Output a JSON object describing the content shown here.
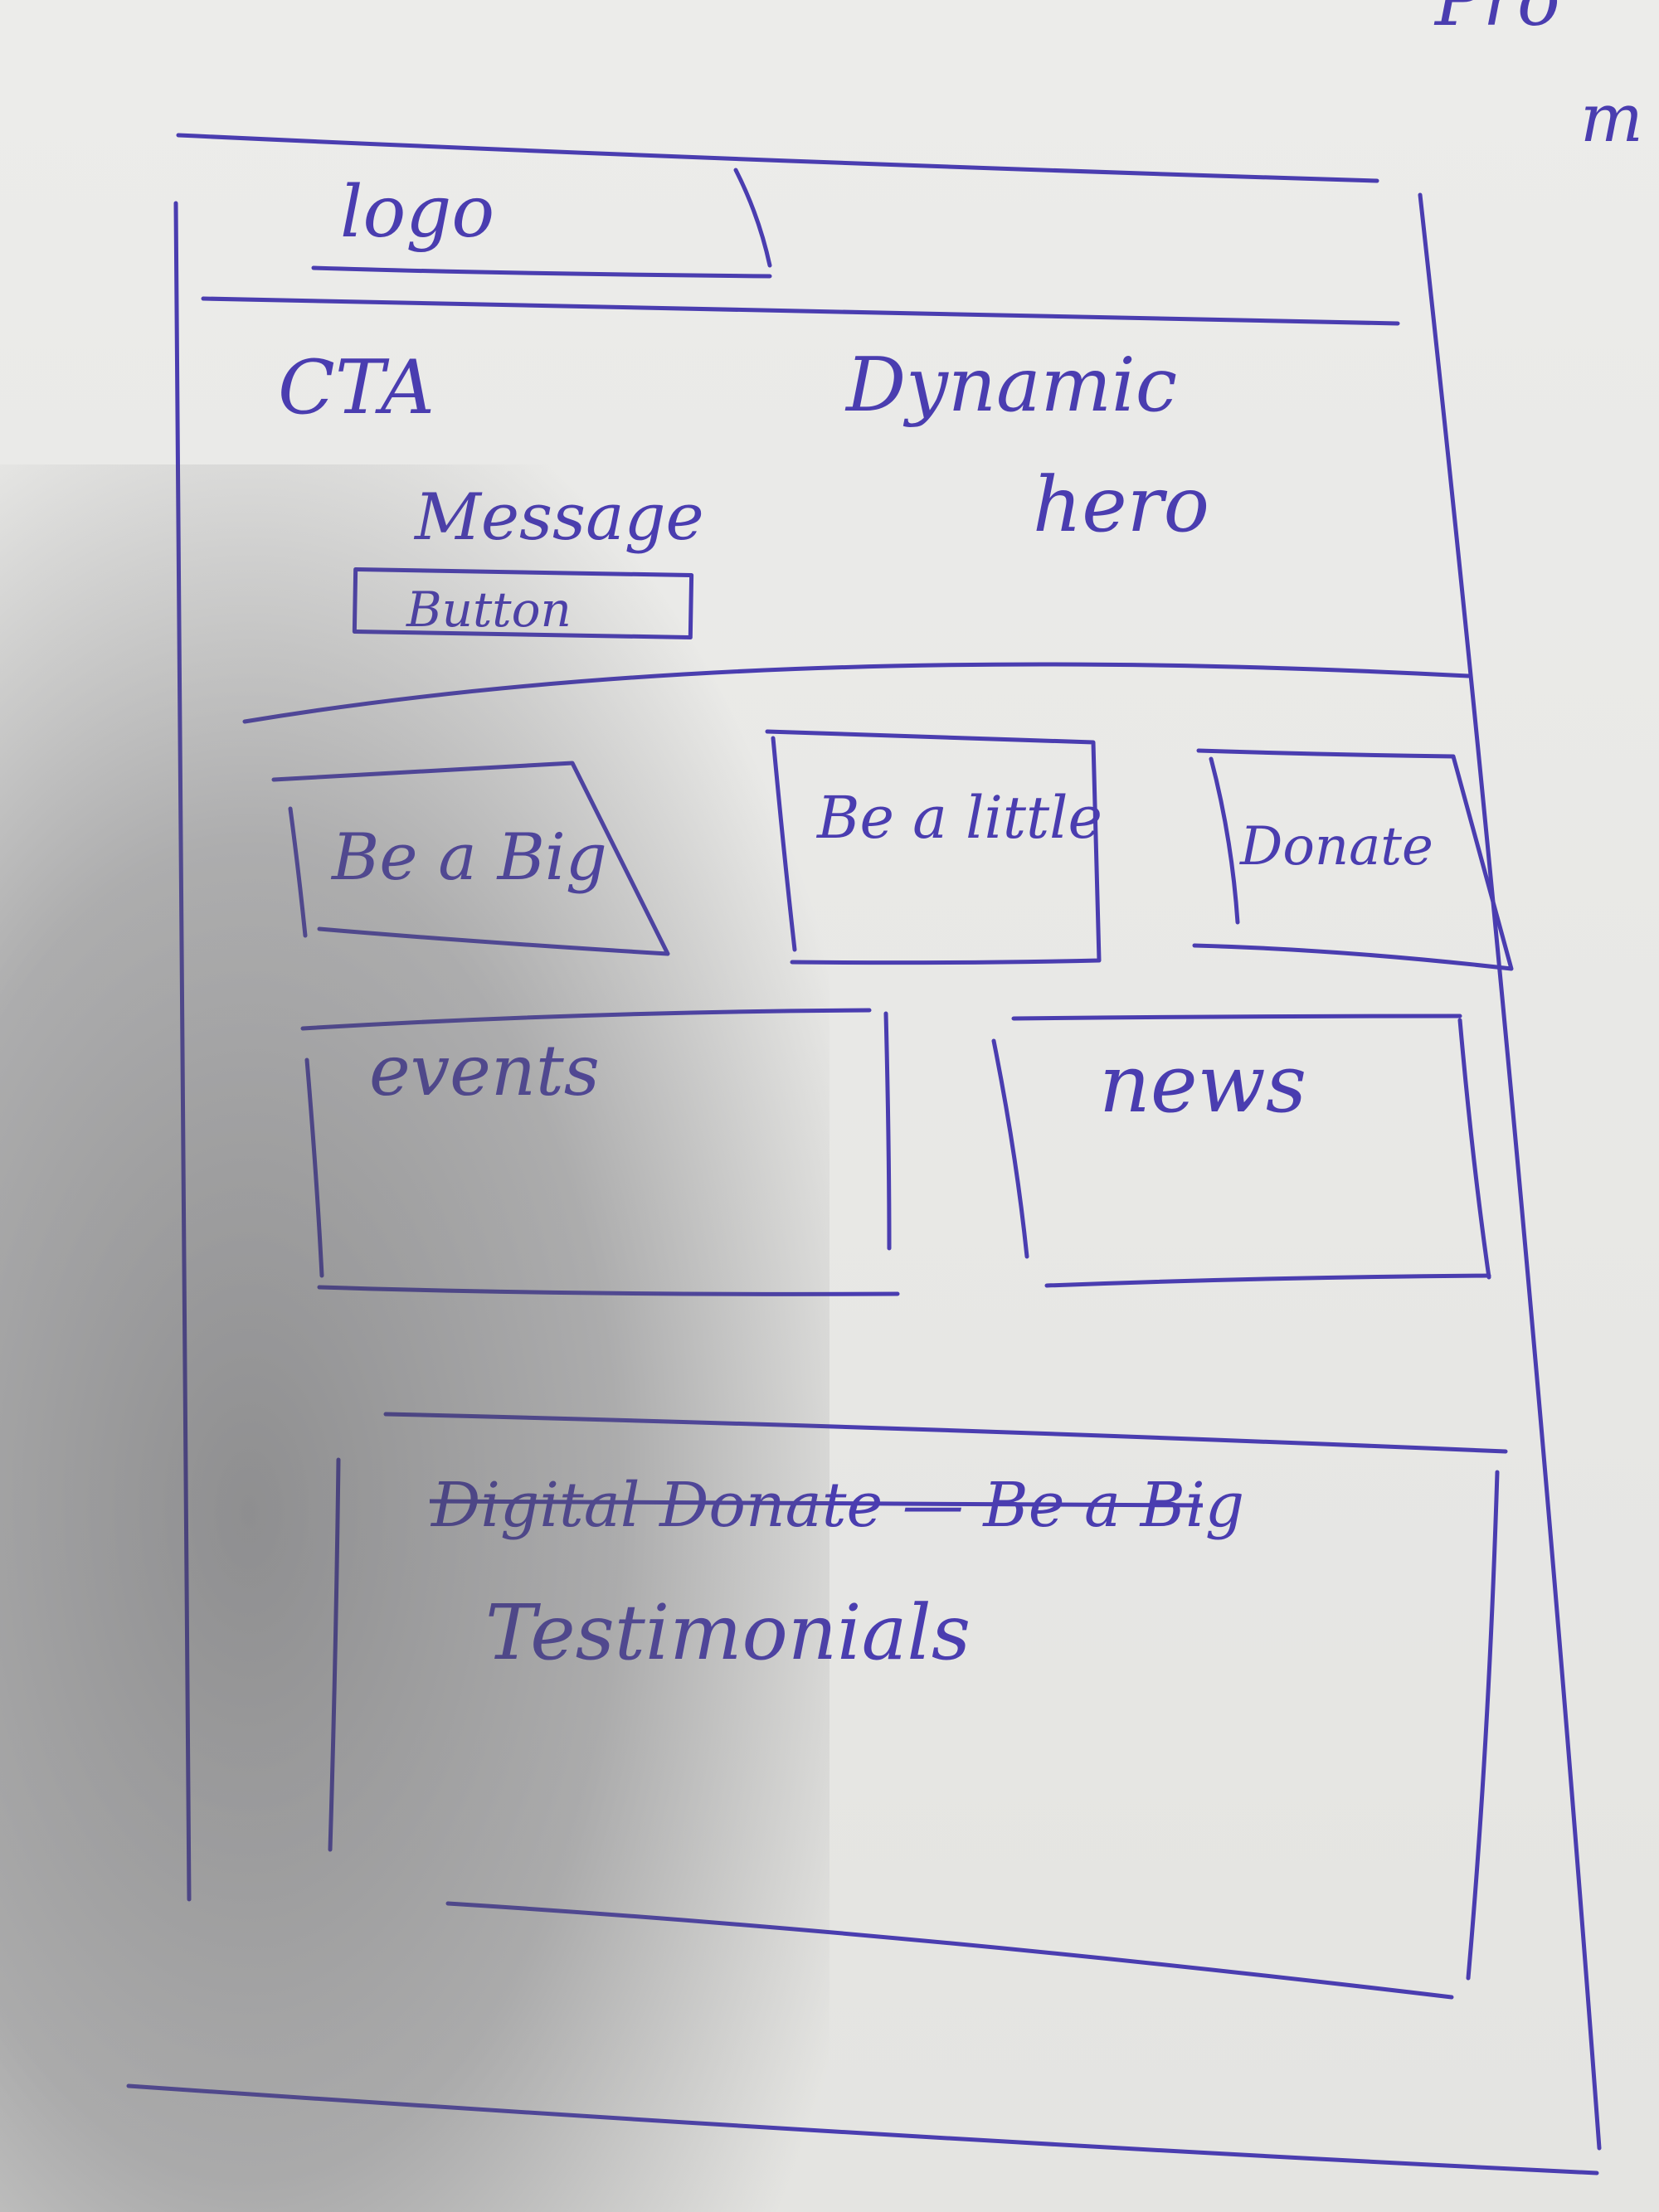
{
  "sketch": {
    "ink_color": "#4a3db0",
    "header": {
      "logo_label": "logo"
    },
    "hero": {
      "cta_label": "CTA",
      "cta_message": "Message",
      "button_label": "Button",
      "dynamic_hero_line1": "Dynamic",
      "dynamic_hero_line2": "hero"
    },
    "tiles": {
      "be_a_big": "Be a Big",
      "be_a_little": "Be a little",
      "donate": "Donate"
    },
    "cards": {
      "events": "events",
      "news": "news"
    },
    "testimonials": {
      "struck_heading": "Digital Donate — Be a Big",
      "label": "Testimonials"
    },
    "edge_note": {
      "line1": "Pro",
      "line2": "m"
    }
  }
}
